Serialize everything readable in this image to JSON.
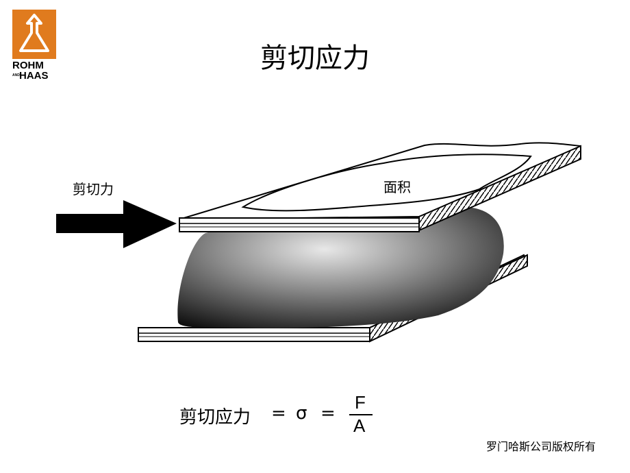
{
  "logo": {
    "line1": "ROHM",
    "small": "AND",
    "line2": "HAAS",
    "color": "#e07b1e"
  },
  "title": "剪切应力",
  "diagram": {
    "arrow_label": "剪切力",
    "area_label": "面积"
  },
  "formula": {
    "lhs": "剪切应力",
    "eq1": "=",
    "sigma": "σ",
    "eq2": "=",
    "numerator": "F",
    "denominator": "A"
  },
  "footer": "罗门哈斯公司版权所有"
}
